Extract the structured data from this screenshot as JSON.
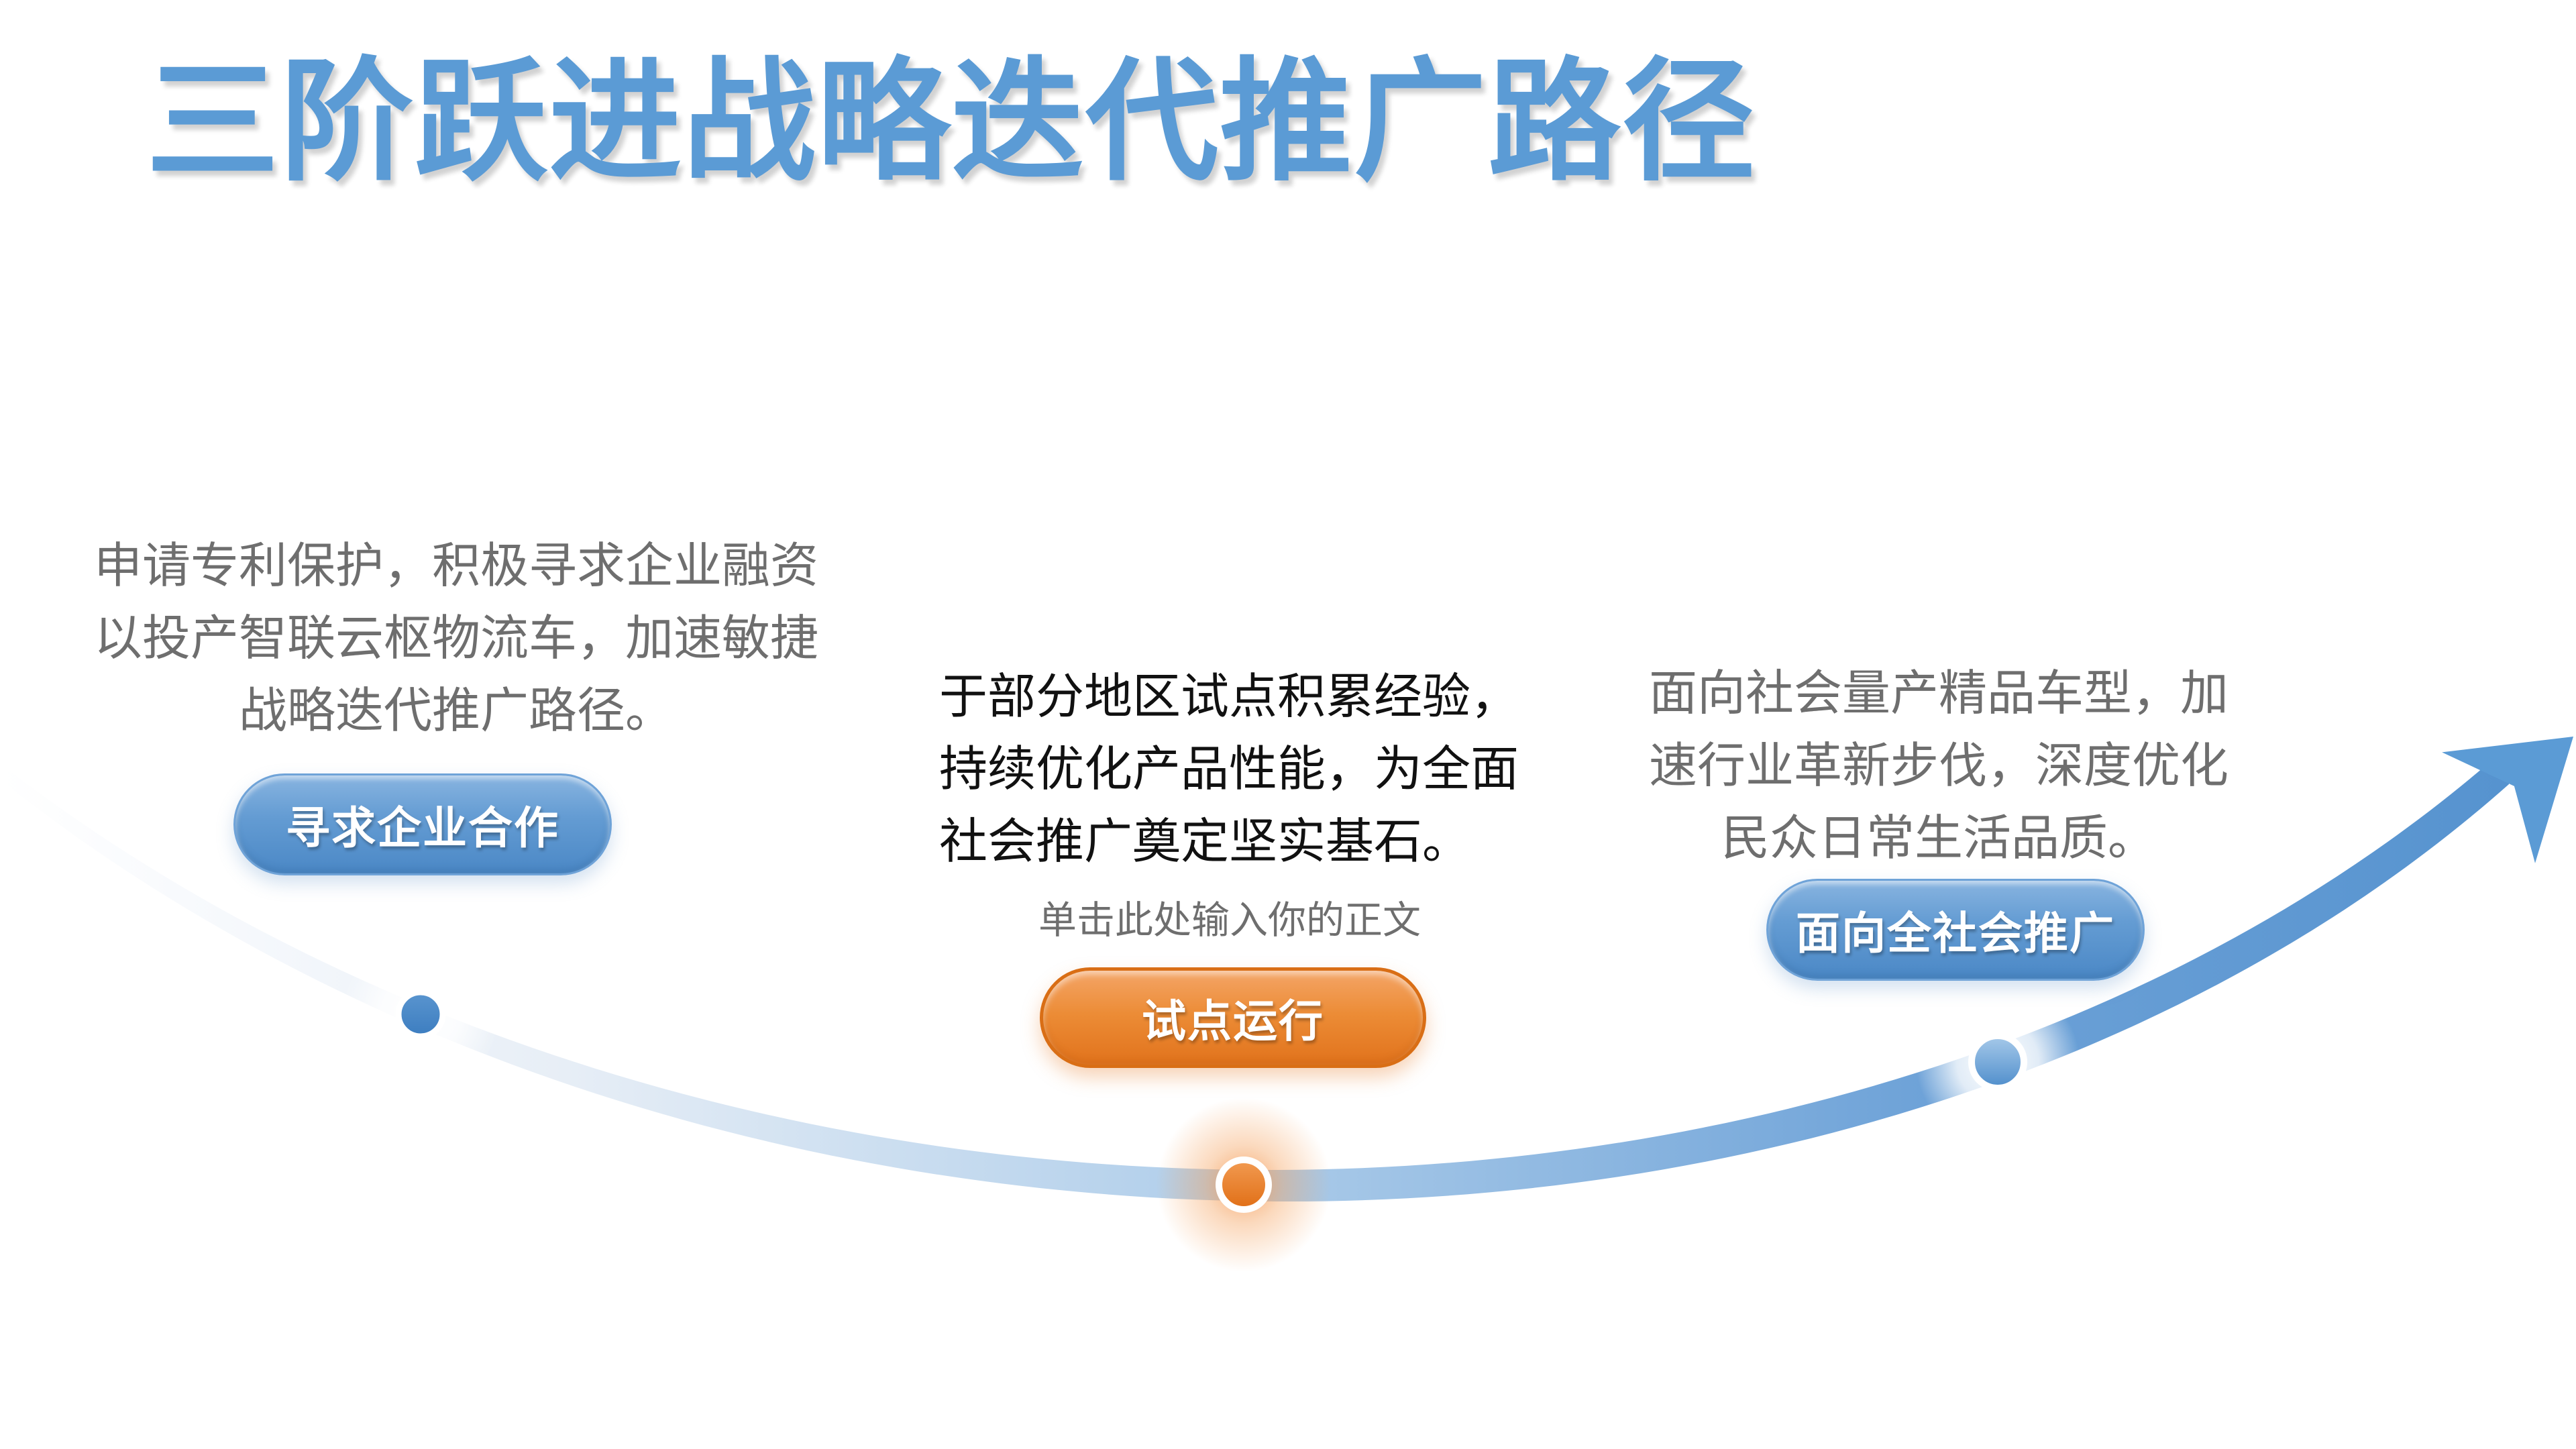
{
  "slide": {
    "title": "三阶跃进战略迭代推广路径"
  },
  "colors": {
    "title_blue": "#5B9BD5",
    "curve_start": "#FFFFFF",
    "curve_mid": "#AECDEA",
    "curve_end": "#5391CE",
    "arrow_blue": "#5B9BD5",
    "button_blue_top": "#88B4E0",
    "button_blue_bottom": "#4B88C6",
    "button_orange_top": "#F4A567",
    "button_orange_bottom": "#E1731C",
    "dot_orange": "#E8761F",
    "body_gray": "#6E6E6E",
    "body_black": "#111111"
  },
  "stages": [
    {
      "description": "申请专利保护，积极寻求企业融资\n以投产智联云枢物流车，加速敏捷\n战略迭代推广路径。",
      "button_label": "寻求企业合作"
    },
    {
      "description": "于部分地区试点积累经验，\n持续优化产品性能，为全面\n社会推广奠定坚实基石。",
      "body_placeholder": "单击此处输入你的正文",
      "button_label": "试点运行"
    },
    {
      "description": "面向社会量产精品车型，加\n速行业革新步伐，深度优化\n民众日常生活品质。",
      "button_label": "面向全社会推广"
    }
  ]
}
